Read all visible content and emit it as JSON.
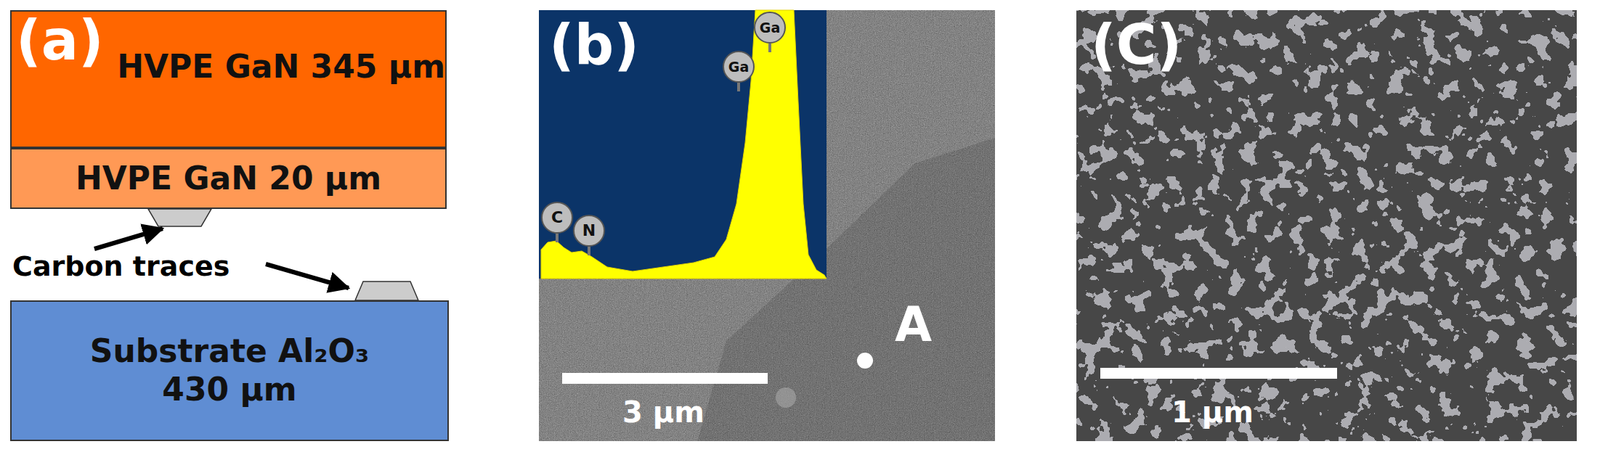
{
  "diagram": {
    "nodes": [
      {
        "text": [
          "HVPE GaN 345 µm"
        ]
      },
      {
        "text": [
          "HVPE GaN 20 µm"
        ]
      },
      {
        "text": [
          "Substrate Al₂O₃ 430 µm"
        ]
      },
      {
        "text": [
          "Ga"
        ]
      },
      {
        "text": [
          "Ga"
        ]
      },
      {
        "text": [
          "C"
        ]
      },
      {
        "text": [
          "N"
        ]
      }
    ],
    "labels": [
      "(a)",
      "Carbon traces",
      "(b)",
      "3 µm",
      "A",
      "(C)",
      "1 µm"
    ]
  }
}
